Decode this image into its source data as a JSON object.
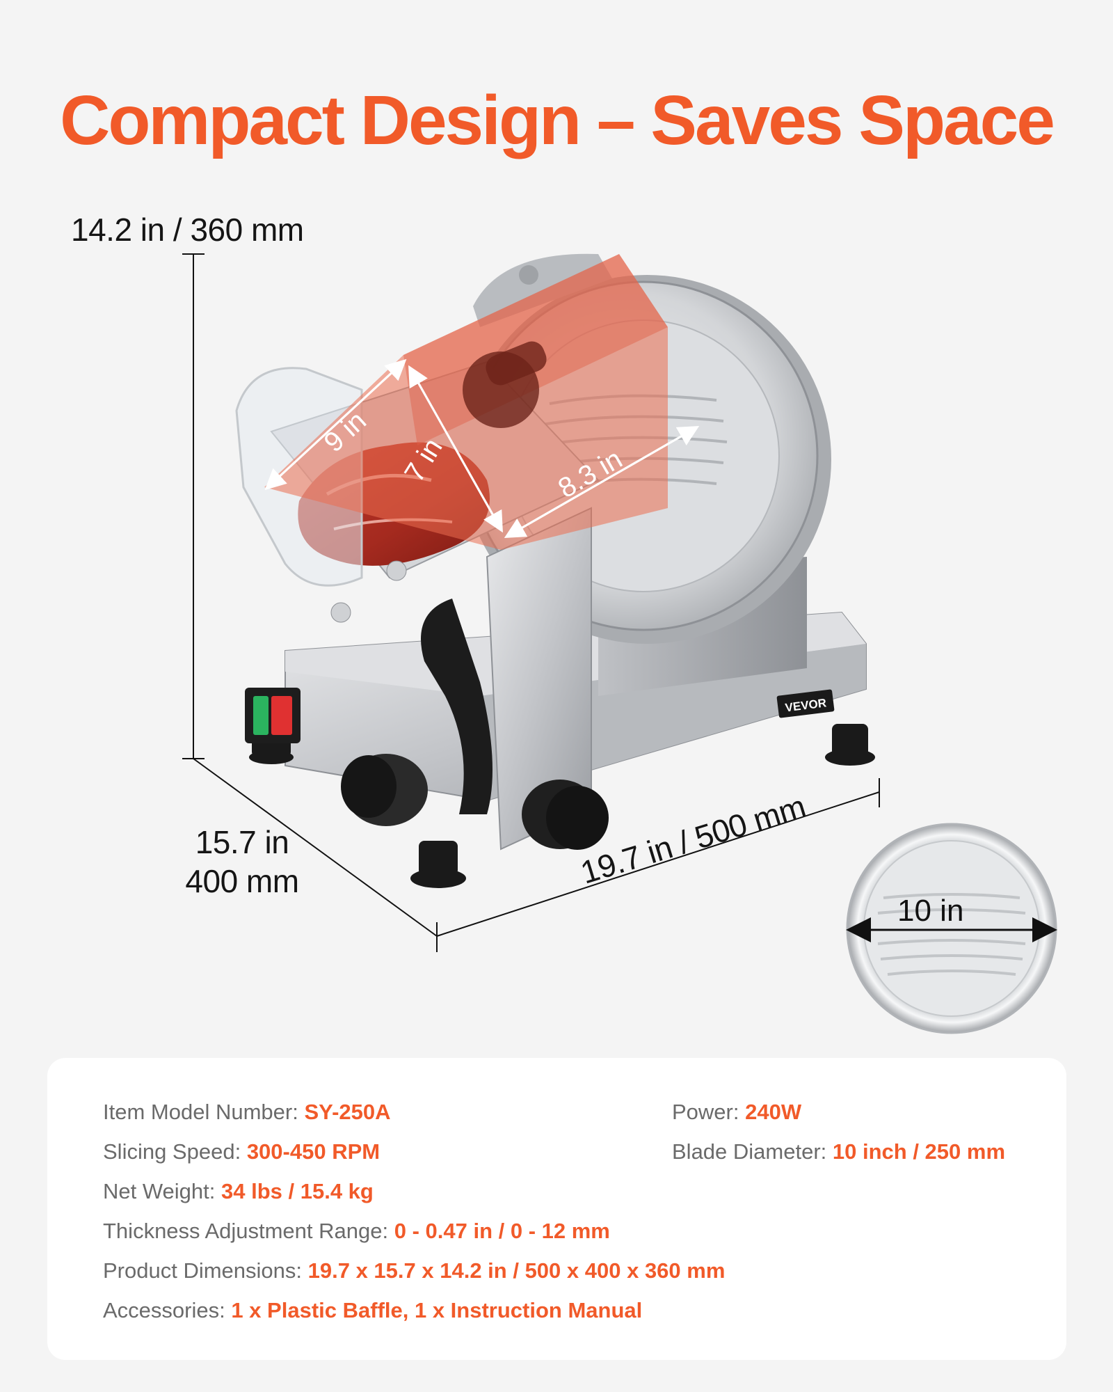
{
  "title": "Compact Design – Saves Space",
  "dimensions": {
    "height": "14.2 in / 360 mm",
    "depth_in": "15.7 in",
    "depth_mm": "400 mm",
    "width": "19.7 in / 500 mm",
    "tray_length": "9 in",
    "tray_width": "7 in",
    "carriage": "8.3 in",
    "blade": "10 in"
  },
  "product": {
    "brand_logo": "VEVOR",
    "icon": "meat-slicer-illustration"
  },
  "specs": [
    {
      "label": "Item Model Number: ",
      "value": "SY-250A"
    },
    {
      "label": "Power: ",
      "value": "240W"
    },
    {
      "label": "Slicing Speed: ",
      "value": "300-450 RPM"
    },
    {
      "label": "Blade Diameter: ",
      "value": "10 inch / 250 mm"
    },
    {
      "label": "Net Weight: ",
      "value": "34 lbs / 15.4 kg"
    },
    {
      "label": "Thickness Adjustment Range: ",
      "value": "0 - 0.47 in / 0 - 12 mm"
    },
    {
      "label": "Product Dimensions: ",
      "value": "19.7 x 15.7  x 14.2 in / 500 x 400 x 360 mm"
    },
    {
      "label": "Accessories: ",
      "value": "1 x Plastic Baffle, 1 x Instruction Manual"
    }
  ],
  "colors": {
    "accent": "#f15a29",
    "background": "#f4f4f4",
    "card": "#ffffff"
  }
}
